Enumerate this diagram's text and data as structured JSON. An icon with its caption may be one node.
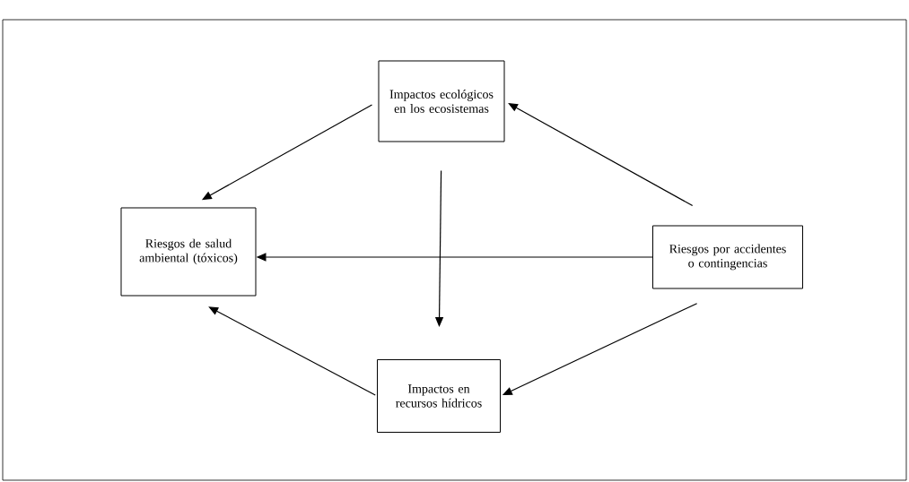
{
  "diagram": {
    "nodes": [
      {
        "text": [
          "Impactos ecológicos en los ecosistemas"
        ]
      },
      {
        "text": [
          "Riesgos de salud ambiental (tóxicos)"
        ]
      },
      {
        "text": [
          "Riesgos por accidentes o contingencias"
        ]
      },
      {
        "text": [
          "Impactos en recursos hídricos"
        ]
      }
    ],
    "edges": [
      {
        "from": 0,
        "to": 1,
        "arrow": "to"
      },
      {
        "from": 2,
        "to": 0,
        "arrow": "to"
      },
      {
        "from": 2,
        "to": 1,
        "arrow": "to"
      },
      {
        "from": 0,
        "to": 3,
        "arrow": "to"
      },
      {
        "from": 2,
        "to": 3,
        "arrow": "to"
      },
      {
        "from": 3,
        "to": 1,
        "arrow": "to"
      }
    ]
  }
}
